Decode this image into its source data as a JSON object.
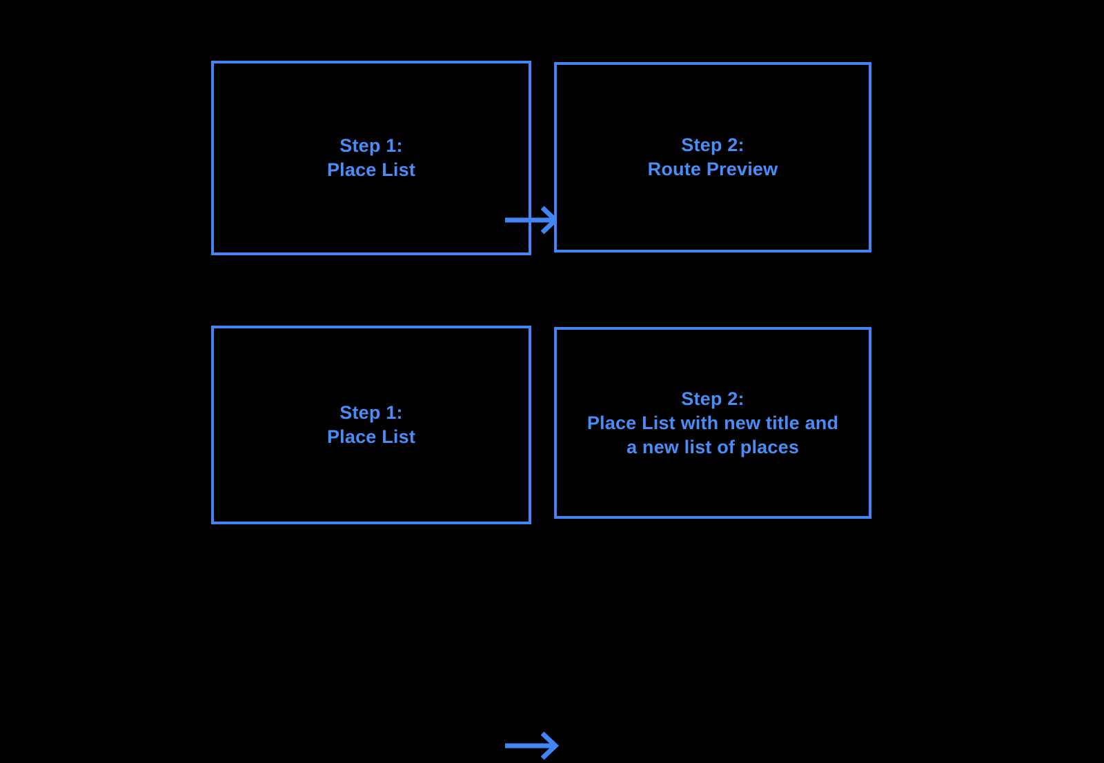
{
  "diagram": {
    "background_color": "#000000",
    "accent_color": "#4285f4",
    "text_color": "#4b8df8",
    "rows": [
      {
        "id": "row-1",
        "boxes": [
          {
            "id": "row1-box-left",
            "label": "Step 1:\nPlace List"
          },
          {
            "id": "row1-box-right",
            "label": "Step 2:\nRoute Preview"
          }
        ],
        "connector": {
          "id": "row1-arrow",
          "icon": "arrow-right-icon",
          "direction": "right"
        }
      },
      {
        "id": "row-2",
        "boxes": [
          {
            "id": "row2-box-left",
            "label": "Step 1:\nPlace List"
          },
          {
            "id": "row2-box-right",
            "label": "Step 2:\nPlace List with new title and\na new list of places"
          }
        ],
        "connector": {
          "id": "row2-arrow",
          "icon": "arrow-right-icon",
          "direction": "right"
        }
      }
    ]
  }
}
